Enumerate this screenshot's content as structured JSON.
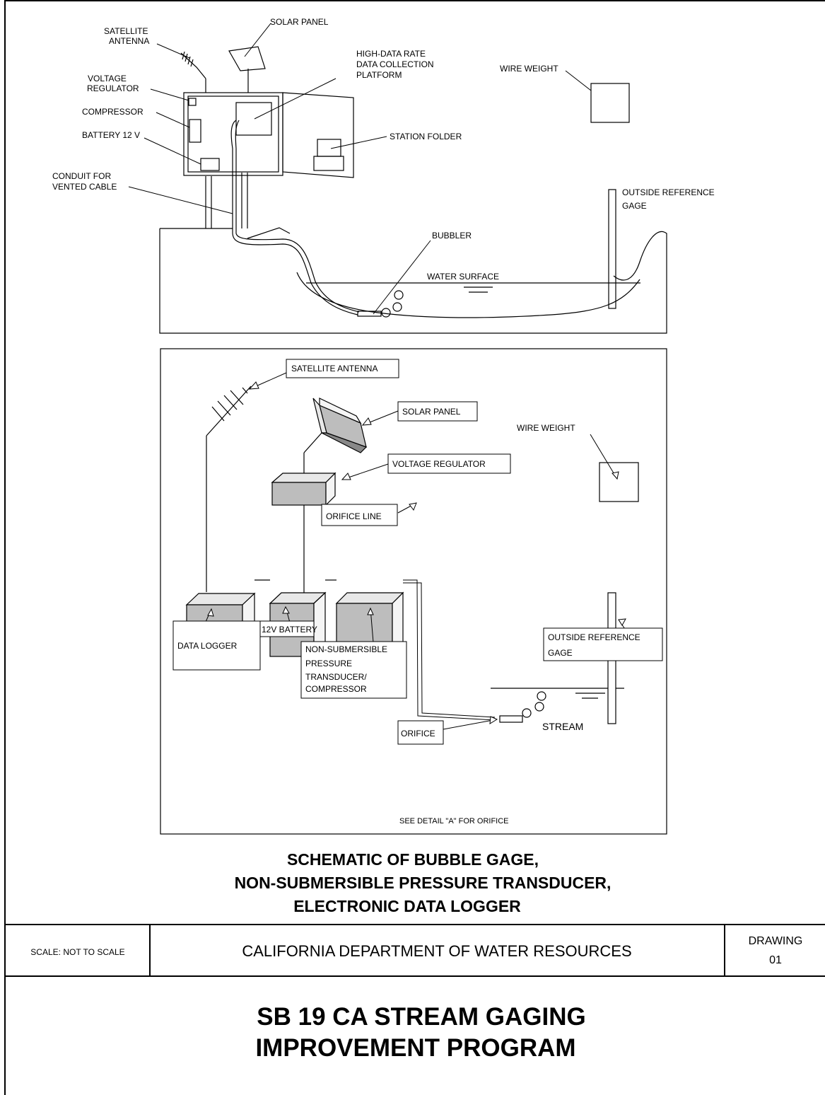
{
  "top_diagram": {
    "satellite_antenna": [
      "SATELLITE",
      "ANTENNA"
    ],
    "solar_panel": "SOLAR PANEL",
    "voltage_regulator": [
      "VOLTAGE",
      "REGULATOR"
    ],
    "compressor": "COMPRESSOR",
    "battery": "BATTERY 12 V",
    "conduit": [
      "CONDUIT FOR",
      "VENTED CABLE"
    ],
    "dcp": [
      "HIGH-DATA RATE",
      "DATA COLLECTION",
      "PLATFORM"
    ],
    "wire_weight": "WIRE WEIGHT",
    "station_folder": "STATION FOLDER",
    "outside_reference": [
      "OUTSIDE REFERENCE",
      "GAGE"
    ],
    "bubbler": "BUBBLER",
    "water_surface": "WATER SURFACE"
  },
  "bottom_diagram": {
    "satellite_antenna": "SATELLITE ANTENNA",
    "solar_panel": "SOLAR PANEL",
    "wire_weight": "WIRE WEIGHT",
    "voltage_regulator": "VOLTAGE REGULATOR",
    "data_logger": "DATA LOGGER",
    "battery": "12V BATTERY",
    "transducer": [
      "NON-SUBMERSIBLE",
      "PRESSURE",
      "TRANSDUCER/",
      "COMPRESSOR"
    ],
    "outside_reference": [
      "OUTSIDE REFERENCE",
      "GAGE"
    ],
    "orifice_line": "ORIFICE LINE",
    "orifice": "ORIFICE",
    "stream": "STREAM",
    "detail_note": "SEE DETAIL \"A\" FOR ORIFICE"
  },
  "caption": [
    "SCHEMATIC OF BUBBLE GAGE,",
    "NON-SUBMERSIBLE PRESSURE TRANSDUCER,",
    "ELECTRONIC DATA LOGGER"
  ],
  "title_block": {
    "scale": "SCALE: NOT TO SCALE",
    "department": "CALIFORNIA DEPARTMENT OF WATER RESOURCES",
    "drawing_label": "DRAWING",
    "drawing_number": "01"
  },
  "program": [
    "SB 19 CA STREAM GAGING",
    "IMPROVEMENT PROGRAM"
  ]
}
